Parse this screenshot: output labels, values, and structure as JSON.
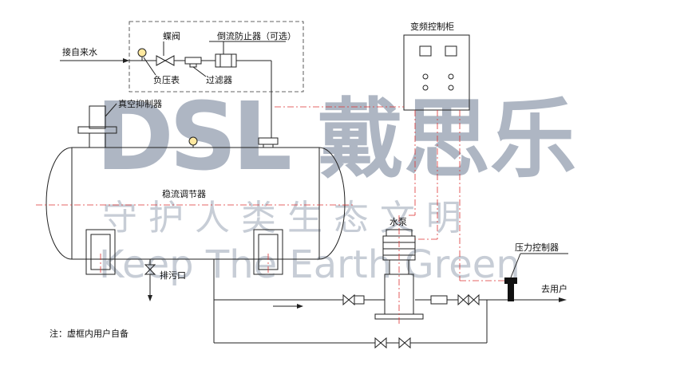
{
  "labels": {
    "tap_water": "接自来水",
    "butterfly_valve": "蝶阀",
    "backflow_preventer": "倒流防止器（可选）",
    "pressure_gauge": "负压表",
    "filter": "过滤器",
    "vacuum_suppressor": "真空抑制器",
    "steady_flow_device": "稳流调节器",
    "vfd_cabinet": "变频控制柜",
    "water_pump": "水泵",
    "pressure_controller": "压力控制器",
    "to_users": "去用户",
    "drain_outlet": "排污口",
    "note": "注：虚框内用户自备"
  },
  "watermark": {
    "brand_latin": "DSL",
    "brand_cn": "戴思乐",
    "slogan_cn": "守 护 人 类 生 态 文 明",
    "slogan_en": "Keep The Earth Green"
  }
}
